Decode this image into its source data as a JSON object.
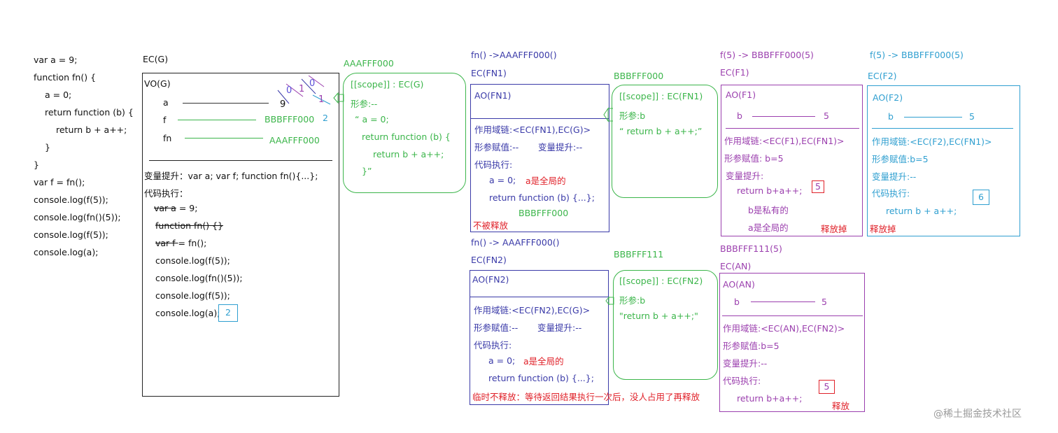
{
  "source_code": {
    "lines": [
      "var a = 9;",
      "function fn() {",
      "a = 0;",
      "return function (b) {",
      "return b + a++;",
      "}",
      "}",
      "var f = fn();",
      "console.log(f(5));",
      "console.log(fn()(5));",
      "console.log(f(5));",
      "console.log(a);"
    ]
  },
  "ec_g": {
    "title": "EC(G)",
    "vo_title": "VO(G)",
    "vars": [
      {
        "name": "a",
        "value": "9"
      },
      {
        "name": "f",
        "value": "BBBFFF000",
        "extra": "2"
      },
      {
        "name": "fn",
        "value": "AAAFFF000"
      }
    ],
    "a_history": [
      "0",
      "1",
      "0",
      "1"
    ],
    "hoisting": "变量提升：var a;  var f;  function fn(){...};",
    "exec_label": "代码执行：",
    "exec_lines": [
      {
        "struck": "var a",
        "rest": " = 9;"
      },
      {
        "struck": "function fn() {}",
        "rest": ""
      },
      {
        "struck": "var f ",
        "rest": "= fn();"
      },
      {
        "struck": "",
        "rest": "console.log(f(5));"
      },
      {
        "struck": "",
        "rest": "console.log(fn()(5));"
      },
      {
        "struck": "",
        "rest": "console.log(f(5));"
      },
      {
        "struck": "",
        "rest": "console.log(a);"
      }
    ],
    "result": "2"
  },
  "heap_aaafff000": {
    "title": "AAAFFF000",
    "scope": "[[scope]] : EC(G)",
    "params": "形参:--",
    "body": [
      "“ a = 0;",
      "return function (b) {",
      "return b + a++;",
      "}”"
    ]
  },
  "ec_fn1": {
    "call": "fn() ->AAAFFF000()",
    "title": "EC(FN1)",
    "ao": "AO(FN1)",
    "scope_chain": "作用域链:<EC(FN1),EC(G)>",
    "param_assign": "形参赋值:--",
    "hoisting": "变量提升:--",
    "exec_label": "代码执行:",
    "line1": "a = 0;",
    "note1": "a是全局的",
    "line2": "return function (b) {...};",
    "ret_addr": "BBBFFF000",
    "release_note": "不被释放"
  },
  "heap_bbbfff000": {
    "title": "BBBFFF000",
    "scope": "[[scope]] : EC(FN1)",
    "params": "形参:b",
    "body": "“ return b + a++;”"
  },
  "ec_f1": {
    "call": "f(5) -> BBBFFF000(5)",
    "title": "EC(F1)",
    "ao": "AO(F1)",
    "var_name": "b",
    "var_value": "5",
    "scope_chain": "作用域链:<EC(F1),EC(FN1)>",
    "param_assign": "形参赋值: b=5",
    "hoisting": "变量提升:",
    "line1": "return b+a++;",
    "result": "5",
    "note_b": "b是私有的",
    "note_a": "a是全局的",
    "release_note": "释放掉"
  },
  "ec_f2": {
    "call": "f(5) -> BBBFFF000(5)",
    "title": "EC(F2)",
    "ao": "AO(F2)",
    "var_name": "b",
    "var_value": "5",
    "scope_chain": "作用域链:<EC(F2),EC(FN1)>",
    "param_assign": "形参赋值:b=5",
    "hoisting": "变量提升:--",
    "exec_label": "代码执行:",
    "line1": "return b + a++;",
    "result": "6",
    "release_note": "释放掉"
  },
  "ec_fn2": {
    "call": "fn() -> AAAFFF000()",
    "title": "EC(FN2)",
    "ao": "AO(FN2)",
    "scope_chain": "作用域链:<EC(FN2),EC(G)>",
    "param_assign": "形参赋值:--",
    "hoisting": "变量提升:--",
    "exec_label": "代码执行:",
    "line1": "a = 0;",
    "note1": "a是全局的",
    "line2": "return function (b) {...};",
    "release_note": "临时不释放：等待返回结果执行一次后，没人占用了再释放"
  },
  "heap_bbbfff111": {
    "title": "BBBFFF111",
    "scope": "[[scope]] : EC(FN2)",
    "params": "形参:b",
    "body": "\"return b + a++;\""
  },
  "ec_an": {
    "call": "BBBFFF111(5)",
    "title": "EC(AN)",
    "ao": "AO(AN)",
    "var_name": "b",
    "var_value": "5",
    "scope_chain": "作用域链:<EC(AN),EC(FN2)>",
    "param_assign": "形参赋值:b=5",
    "hoisting": "变量提升:--",
    "exec_label": "代码执行:",
    "line1": "return b+a++;",
    "result": "5",
    "release_note": "释放"
  },
  "watermark": "@稀土掘金技术社区",
  "colors": {
    "green": "#3bb54a",
    "blue": "#3a3aa8",
    "purple": "#9b3fae",
    "cyan": "#2f9fd0",
    "red": "#e0222a"
  }
}
